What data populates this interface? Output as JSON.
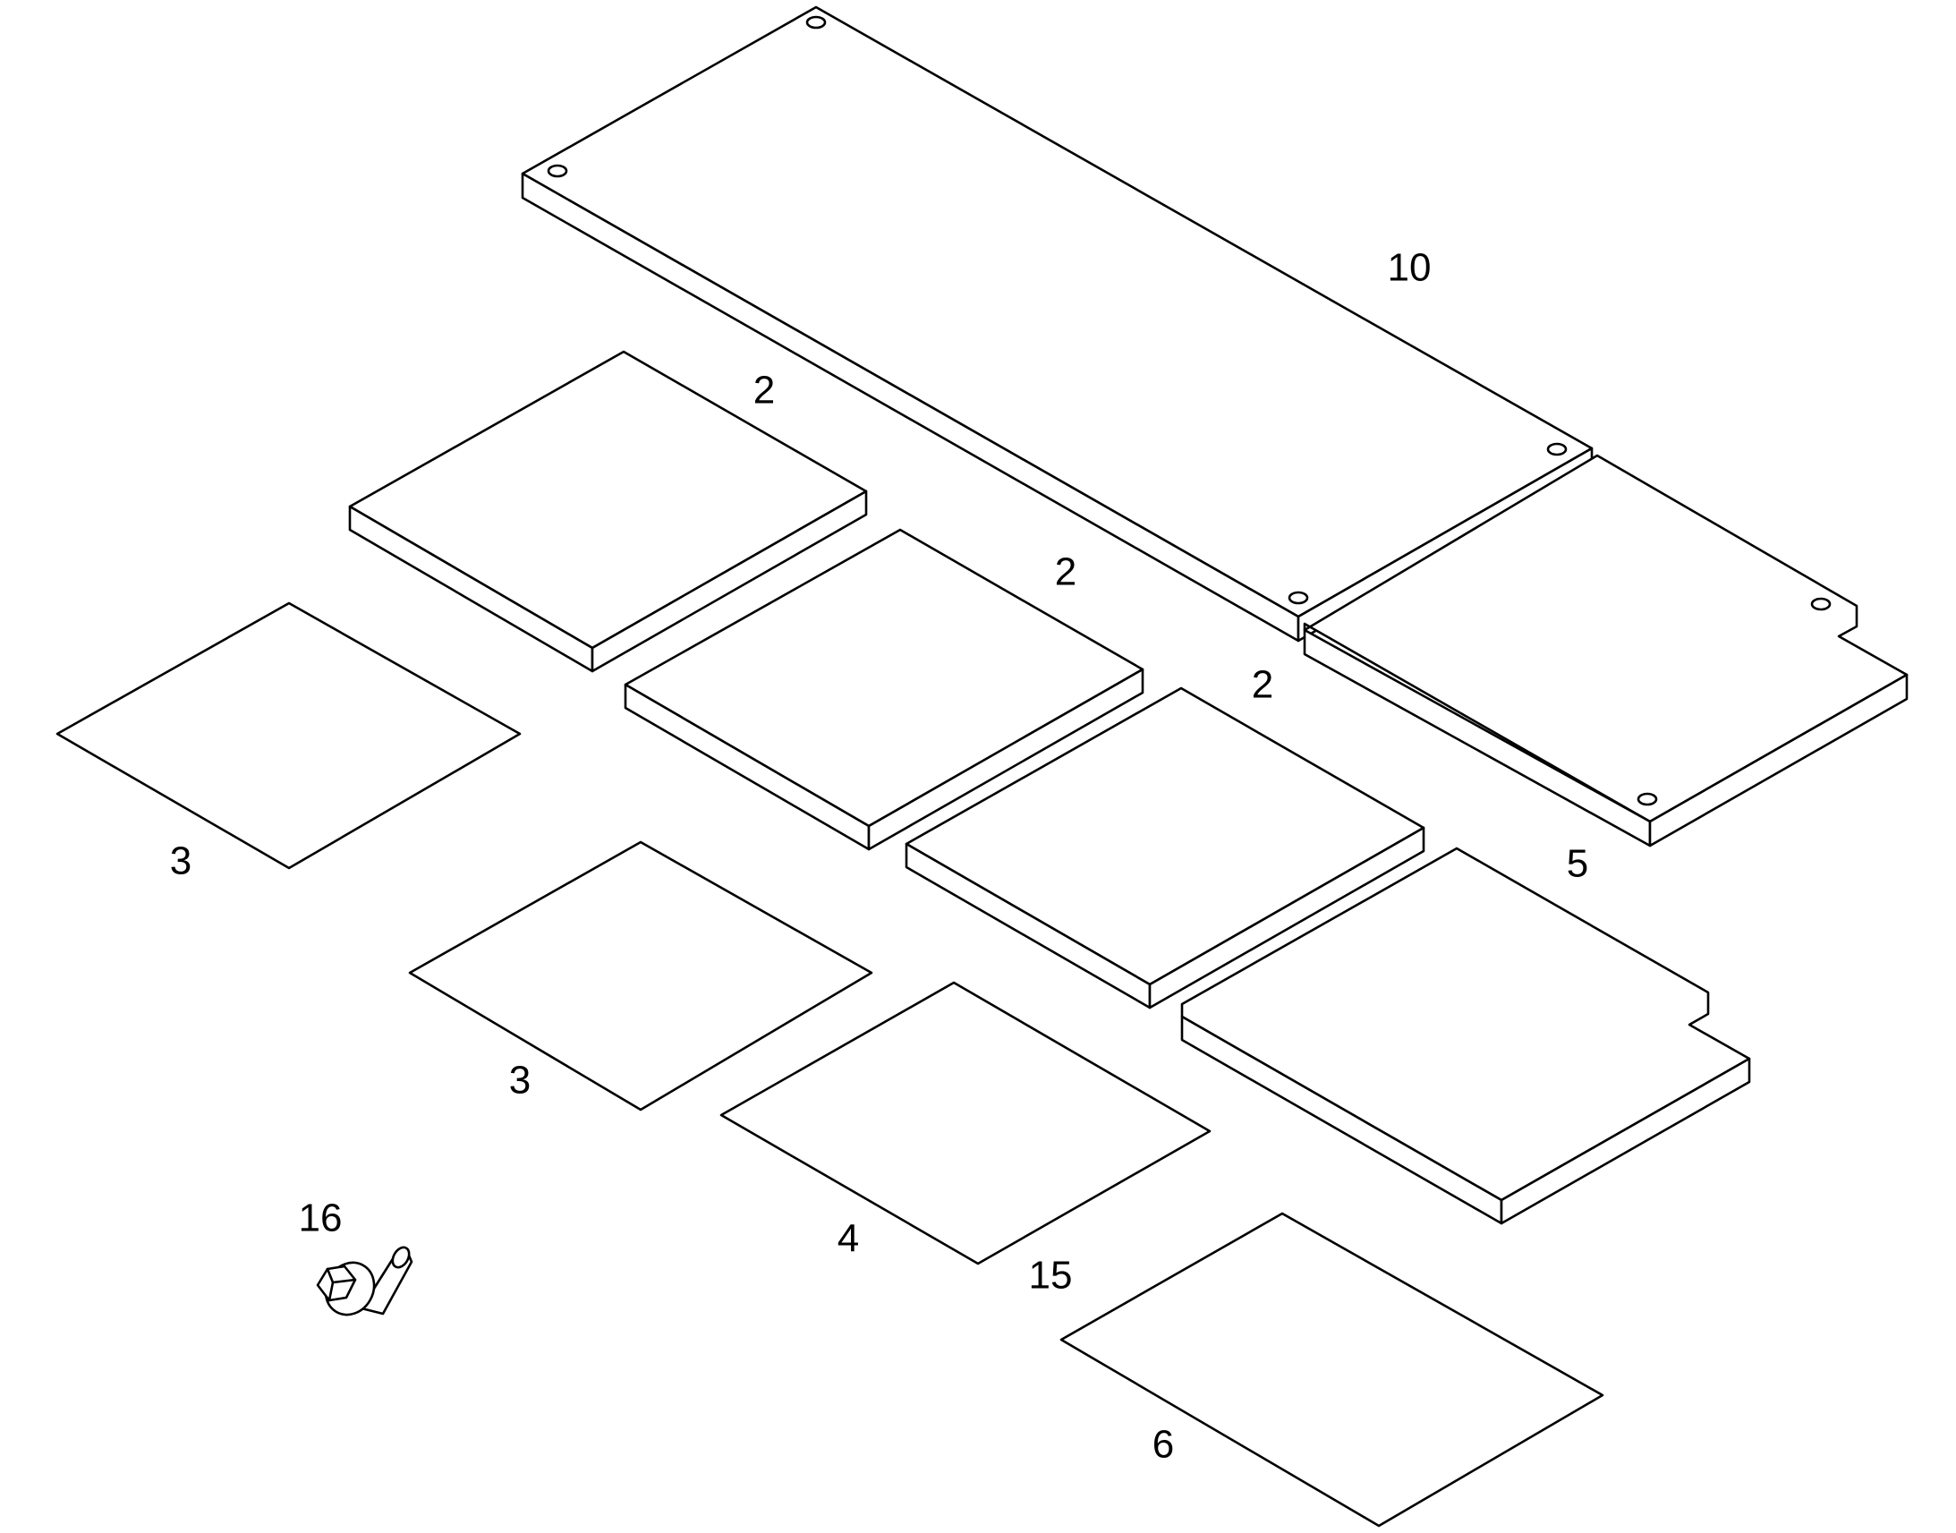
{
  "diagram": {
    "callouts": [
      {
        "id": "c10",
        "text": "10"
      },
      {
        "id": "c2a",
        "text": "2"
      },
      {
        "id": "c2b",
        "text": "2"
      },
      {
        "id": "c2c",
        "text": "2"
      },
      {
        "id": "c3a",
        "text": "3"
      },
      {
        "id": "c3b",
        "text": "3"
      },
      {
        "id": "c4",
        "text": "4"
      },
      {
        "id": "c5",
        "text": "5"
      },
      {
        "id": "c6",
        "text": "6"
      },
      {
        "id": "c15",
        "text": "15"
      },
      {
        "id": "c16",
        "text": "16"
      }
    ]
  }
}
